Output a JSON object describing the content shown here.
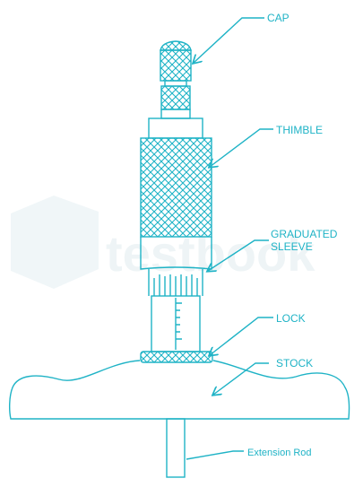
{
  "diagram": {
    "stroke_color": "#1fb3c6",
    "watermark": "testbook",
    "labels": {
      "cap": "CAP",
      "thimble": "THIMBLE",
      "sleeve_line1": "GRADUATED",
      "sleeve_line2": "SLEEVE",
      "lock": "LOCK",
      "stock": "STOCK",
      "rod": "Extension Rod"
    }
  }
}
